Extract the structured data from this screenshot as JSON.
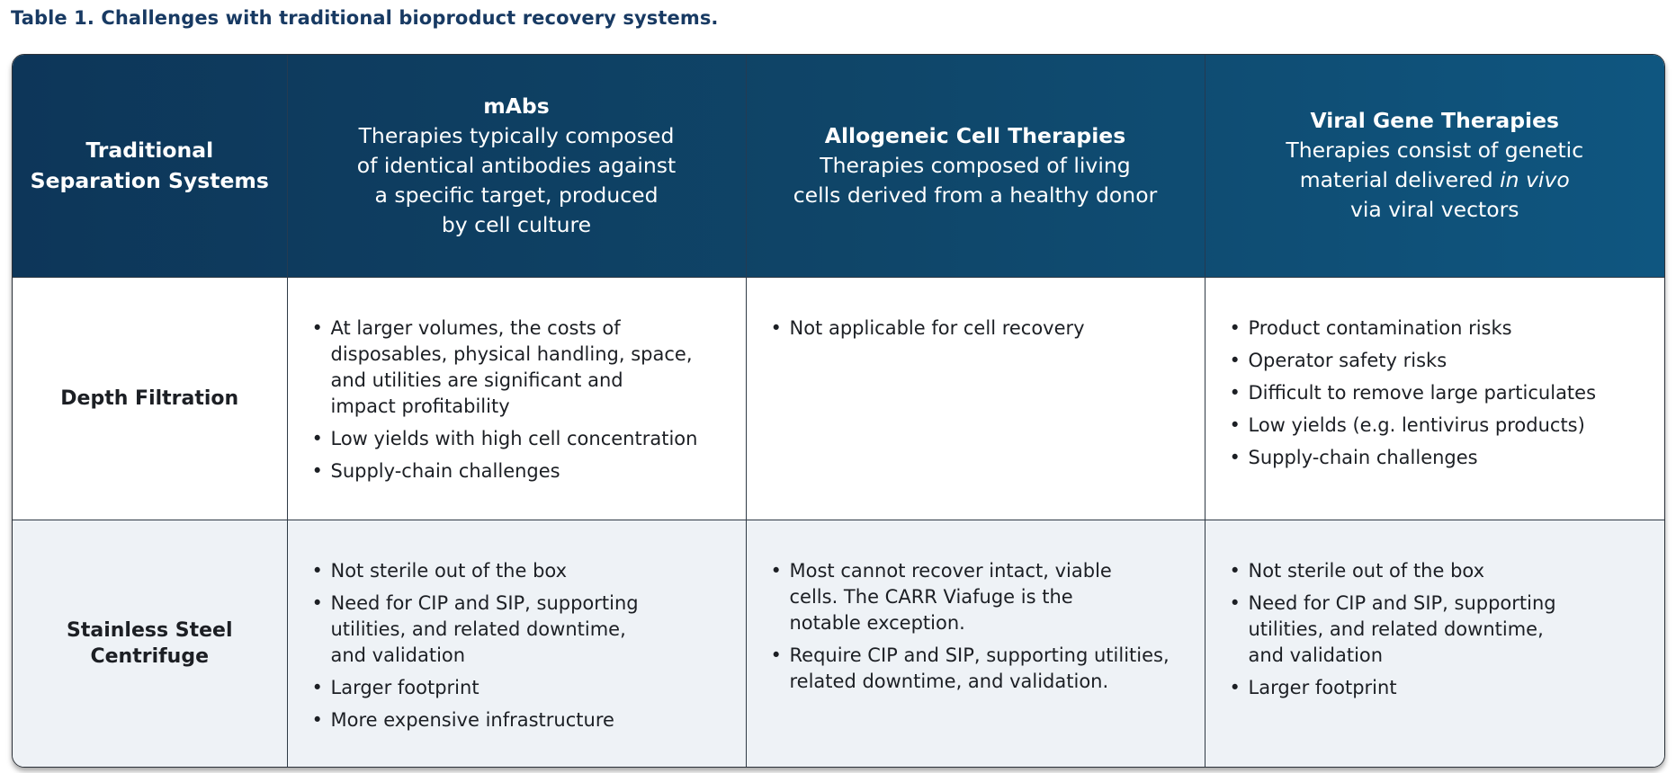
{
  "caption": "Table 1. Challenges with traditional bioproduct recovery systems.",
  "header": {
    "col0": {
      "title_line1": "Traditional",
      "title_line2": "Separation Systems"
    },
    "col1": {
      "title": "mAbs",
      "desc_lines": [
        "Therapies typically composed",
        "of identical antibodies against",
        "a specific target, produced",
        "by cell culture"
      ]
    },
    "col2": {
      "title": "Allogeneic Cell Therapies",
      "desc_lines": [
        "Therapies composed of living",
        "cells derived from a healthy donor"
      ]
    },
    "col3": {
      "title": "Viral Gene Therapies",
      "desc_line1": "Therapies consist of genetic",
      "desc_line2_pre": "material delivered ",
      "desc_line2_italic": "in vivo",
      "desc_line3": "via viral vectors"
    }
  },
  "bullet_glyph": "•",
  "rows": [
    {
      "label_lines": [
        "Depth Filtration"
      ],
      "col1": [
        [
          "At larger volumes, the costs of",
          "disposables, physical handling, space,",
          "and utilities are significant and",
          "impact profitability"
        ],
        [
          "Low yields with high cell concentration"
        ],
        [
          "Supply-chain challenges"
        ]
      ],
      "col2": [
        [
          "Not applicable for cell recovery"
        ]
      ],
      "col3": [
        [
          "Product contamination risks"
        ],
        [
          "Operator safety risks"
        ],
        [
          "Difficult to remove large particulates"
        ],
        [
          "Low yields (e.g. lentivirus products)"
        ],
        [
          "Supply-chain challenges"
        ]
      ]
    },
    {
      "label_lines": [
        "Stainless Steel",
        "Centrifuge"
      ],
      "col1": [
        [
          "Not sterile out of the box"
        ],
        [
          "Need for CIP and SIP, supporting",
          "utilities, and related downtime,",
          "and validation"
        ],
        [
          "Larger footprint"
        ],
        [
          "More expensive infrastructure"
        ]
      ],
      "col2": [
        [
          "Most cannot recover intact, viable",
          "cells. The CARR Viafuge is the",
          "notable exception."
        ],
        [
          "Require CIP and SIP, supporting utilities,",
          "related downtime, and validation."
        ]
      ],
      "col3": [
        [
          "Not sterile out of the box"
        ],
        [
          "Need for CIP and SIP, supporting",
          "utilities, and related downtime,",
          "and validation"
        ],
        [
          "Larger footprint"
        ]
      ]
    }
  ],
  "colors": {
    "caption": "#183a63",
    "header_start": "#0d3659",
    "header_end": "#0f5680",
    "row_alt": "#eef2f6"
  }
}
